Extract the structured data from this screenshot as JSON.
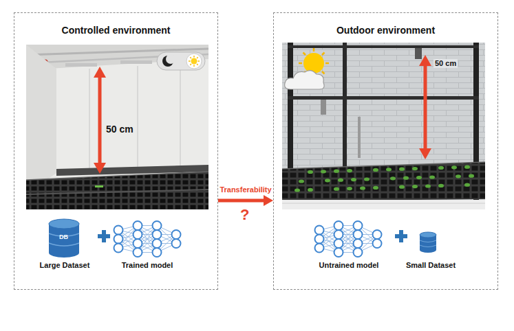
{
  "diagram": {
    "nodes": [
      {
        "text": [
          "Controlled environment"
        ]
      },
      {
        "text": [
          "Large Dataset"
        ],
        "in": 0
      },
      {
        "text": [
          "Trained model"
        ],
        "in": 0
      },
      {
        "text": [
          "Outdoor environment"
        ]
      },
      {
        "text": [
          "Untrained model"
        ],
        "in": 3
      },
      {
        "text": [
          "Small Dataset"
        ],
        "in": 3
      }
    ],
    "edges": [
      {
        "from": 0,
        "to": 3,
        "label": "Transferability",
        "arrow": "to"
      }
    ],
    "labels": [
      "50 cm",
      "DB",
      "?",
      "50 cm"
    ]
  }
}
